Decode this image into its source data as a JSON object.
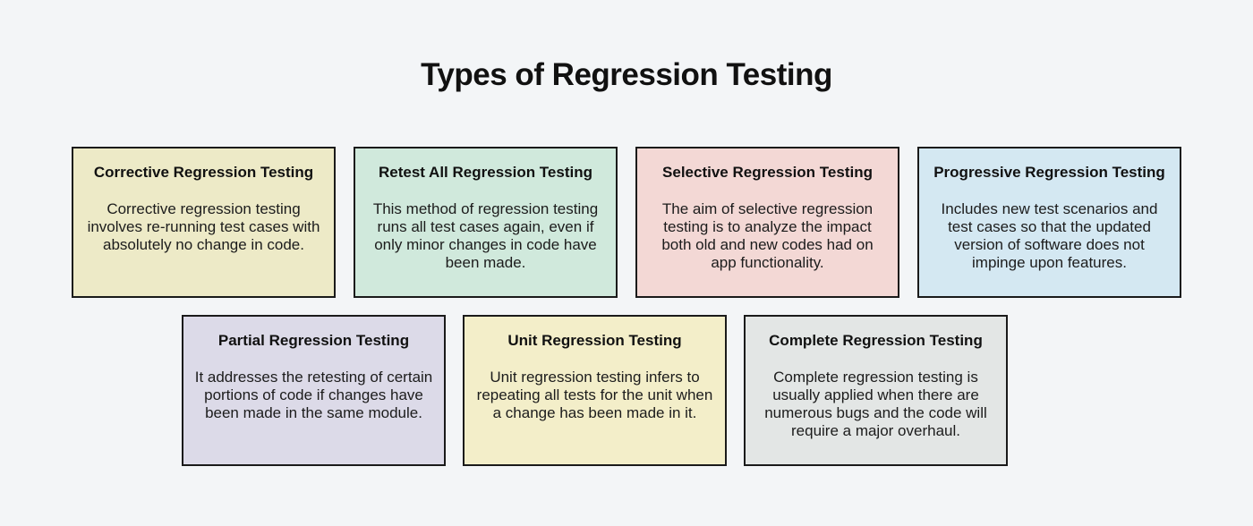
{
  "page": {
    "background_color": "#f3f5f7",
    "card_border_color": "#1a1a1a",
    "text_color": "#111111"
  },
  "title": "Types of Regression Testing",
  "cards": [
    {
      "title": "Corrective Regression Testing",
      "body": "Corrective regression testing involves re-running test cases with absolutely no change in code.",
      "bg": "#edeac7",
      "row": 1
    },
    {
      "title": "Retest All Regression Testing",
      "body": "This method of regression testing runs all test cases again, even if only minor changes in code have been made.",
      "bg": "#d0e9dc",
      "row": 1
    },
    {
      "title": "Selective Regression Testing",
      "body": "The aim of selective regression testing is to analyze the impact both old and new codes had on app functionality.",
      "bg": "#f3d8d5",
      "row": 1
    },
    {
      "title": "Progressive Regression Testing",
      "body": "Includes new test scenarios and test cases so that the updated version of software does not impinge upon features.",
      "bg": "#d4e8f2",
      "row": 1
    },
    {
      "title": "Partial Regression Testing",
      "body": "It addresses the retesting of certain portions of code if changes have been made in the same module.",
      "bg": "#dcdae8",
      "row": 2
    },
    {
      "title": "Unit Regression Testing",
      "body": "Unit regression testing infers to repeating all tests for the unit when a change has been made in it.",
      "bg": "#f3eec9",
      "row": 2
    },
    {
      "title": "Complete Regression Testing",
      "body": "Complete regression testing is usually applied when there are numerous bugs and the code will require a major overhaul.",
      "bg": "#e3e6e5",
      "row": 2
    }
  ]
}
